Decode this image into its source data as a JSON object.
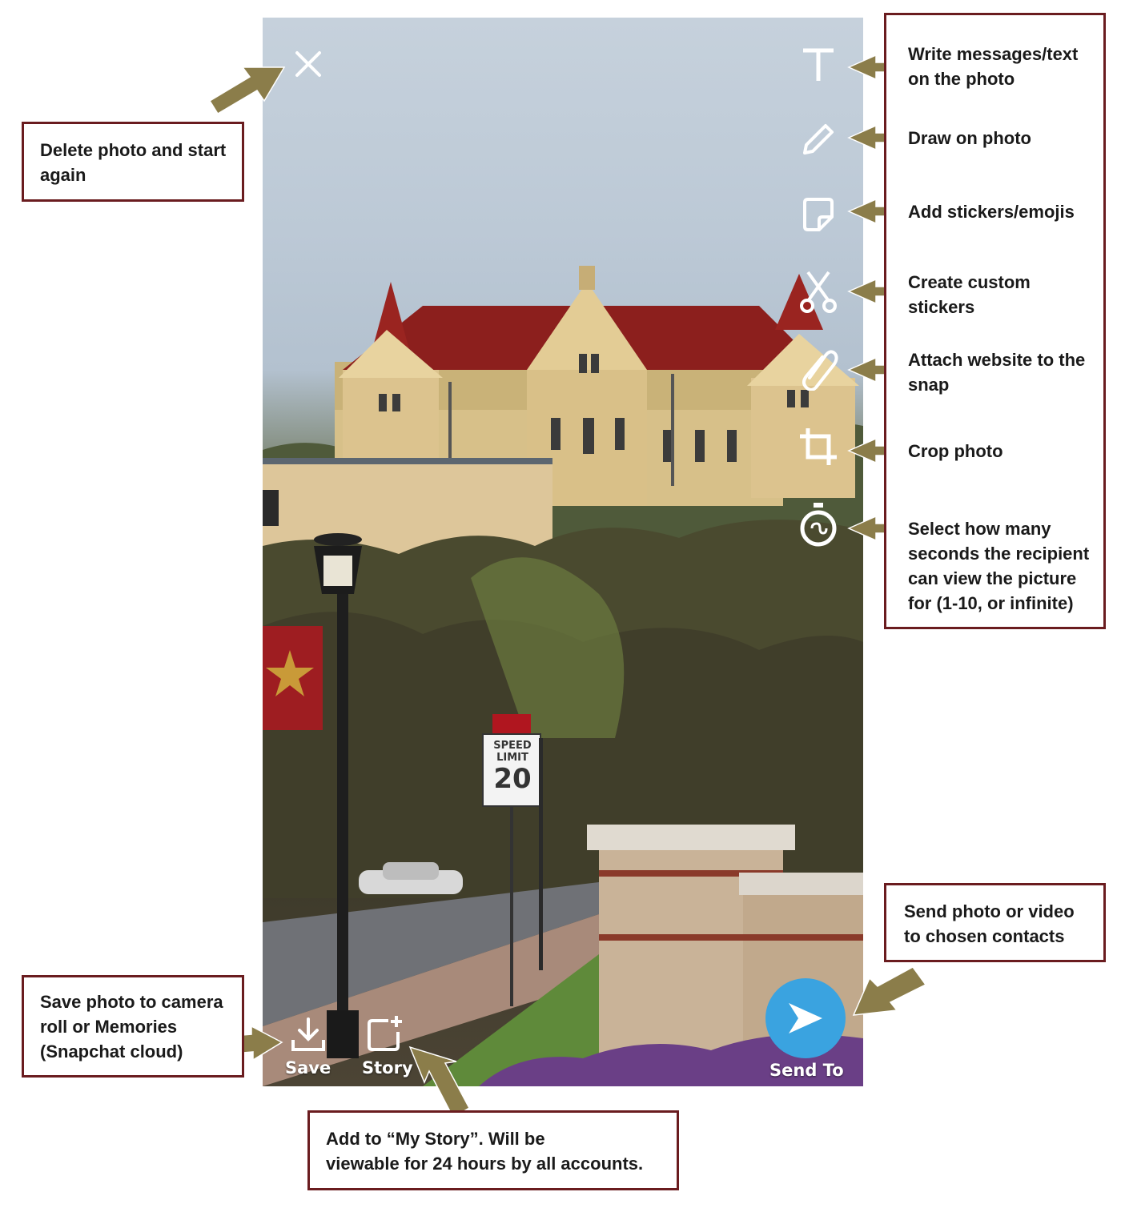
{
  "snap": {
    "close_icon": "x-icon",
    "tools": [
      {
        "name": "text-tool",
        "icon": "T"
      },
      {
        "name": "draw-tool",
        "icon": "pencil"
      },
      {
        "name": "sticker-tool",
        "icon": "sticker"
      },
      {
        "name": "scissors-tool",
        "icon": "scissors"
      },
      {
        "name": "link-tool",
        "icon": "paperclip"
      },
      {
        "name": "crop-tool",
        "icon": "crop"
      },
      {
        "name": "timer-tool",
        "icon": "stopwatch"
      }
    ],
    "save_label": "Save",
    "story_label": "Story",
    "send_label": "Send To",
    "sign_line1": "SPEED",
    "sign_line2": "LIMIT",
    "sign_value": "20",
    "colors": {
      "send": "#3aa3e0",
      "callout_border": "#6a1c1f",
      "arrow": "#8b7d4a"
    }
  },
  "callouts": {
    "delete": {
      "line1": "Delete photo and start",
      "line2": "again"
    },
    "text": {
      "line1": "Write messages/text",
      "line2": "on the photo"
    },
    "draw": {
      "line1": "Draw on photo"
    },
    "stickers": {
      "line1": "Add stickers/emojis"
    },
    "custom": {
      "line1": "Create custom",
      "line2": "stickers"
    },
    "attach": {
      "line1": "Attach website to the",
      "line2": "snap"
    },
    "crop": {
      "line1": "Crop photo"
    },
    "timer": {
      "line1": "Select how many",
      "line2": "seconds the recipient",
      "line3": "can view the picture",
      "line4": "for (1-10, or infinite)"
    },
    "send": {
      "line1": "Send photo or video",
      "line2": "to chosen contacts"
    },
    "save": {
      "line1": "Save photo to camera",
      "line2": "roll or Memories",
      "line3": "(Snapchat cloud)"
    },
    "story": {
      "line1": "Add to “My Story”. Will be",
      "line2": "viewable for 24 hours by all accounts."
    }
  }
}
